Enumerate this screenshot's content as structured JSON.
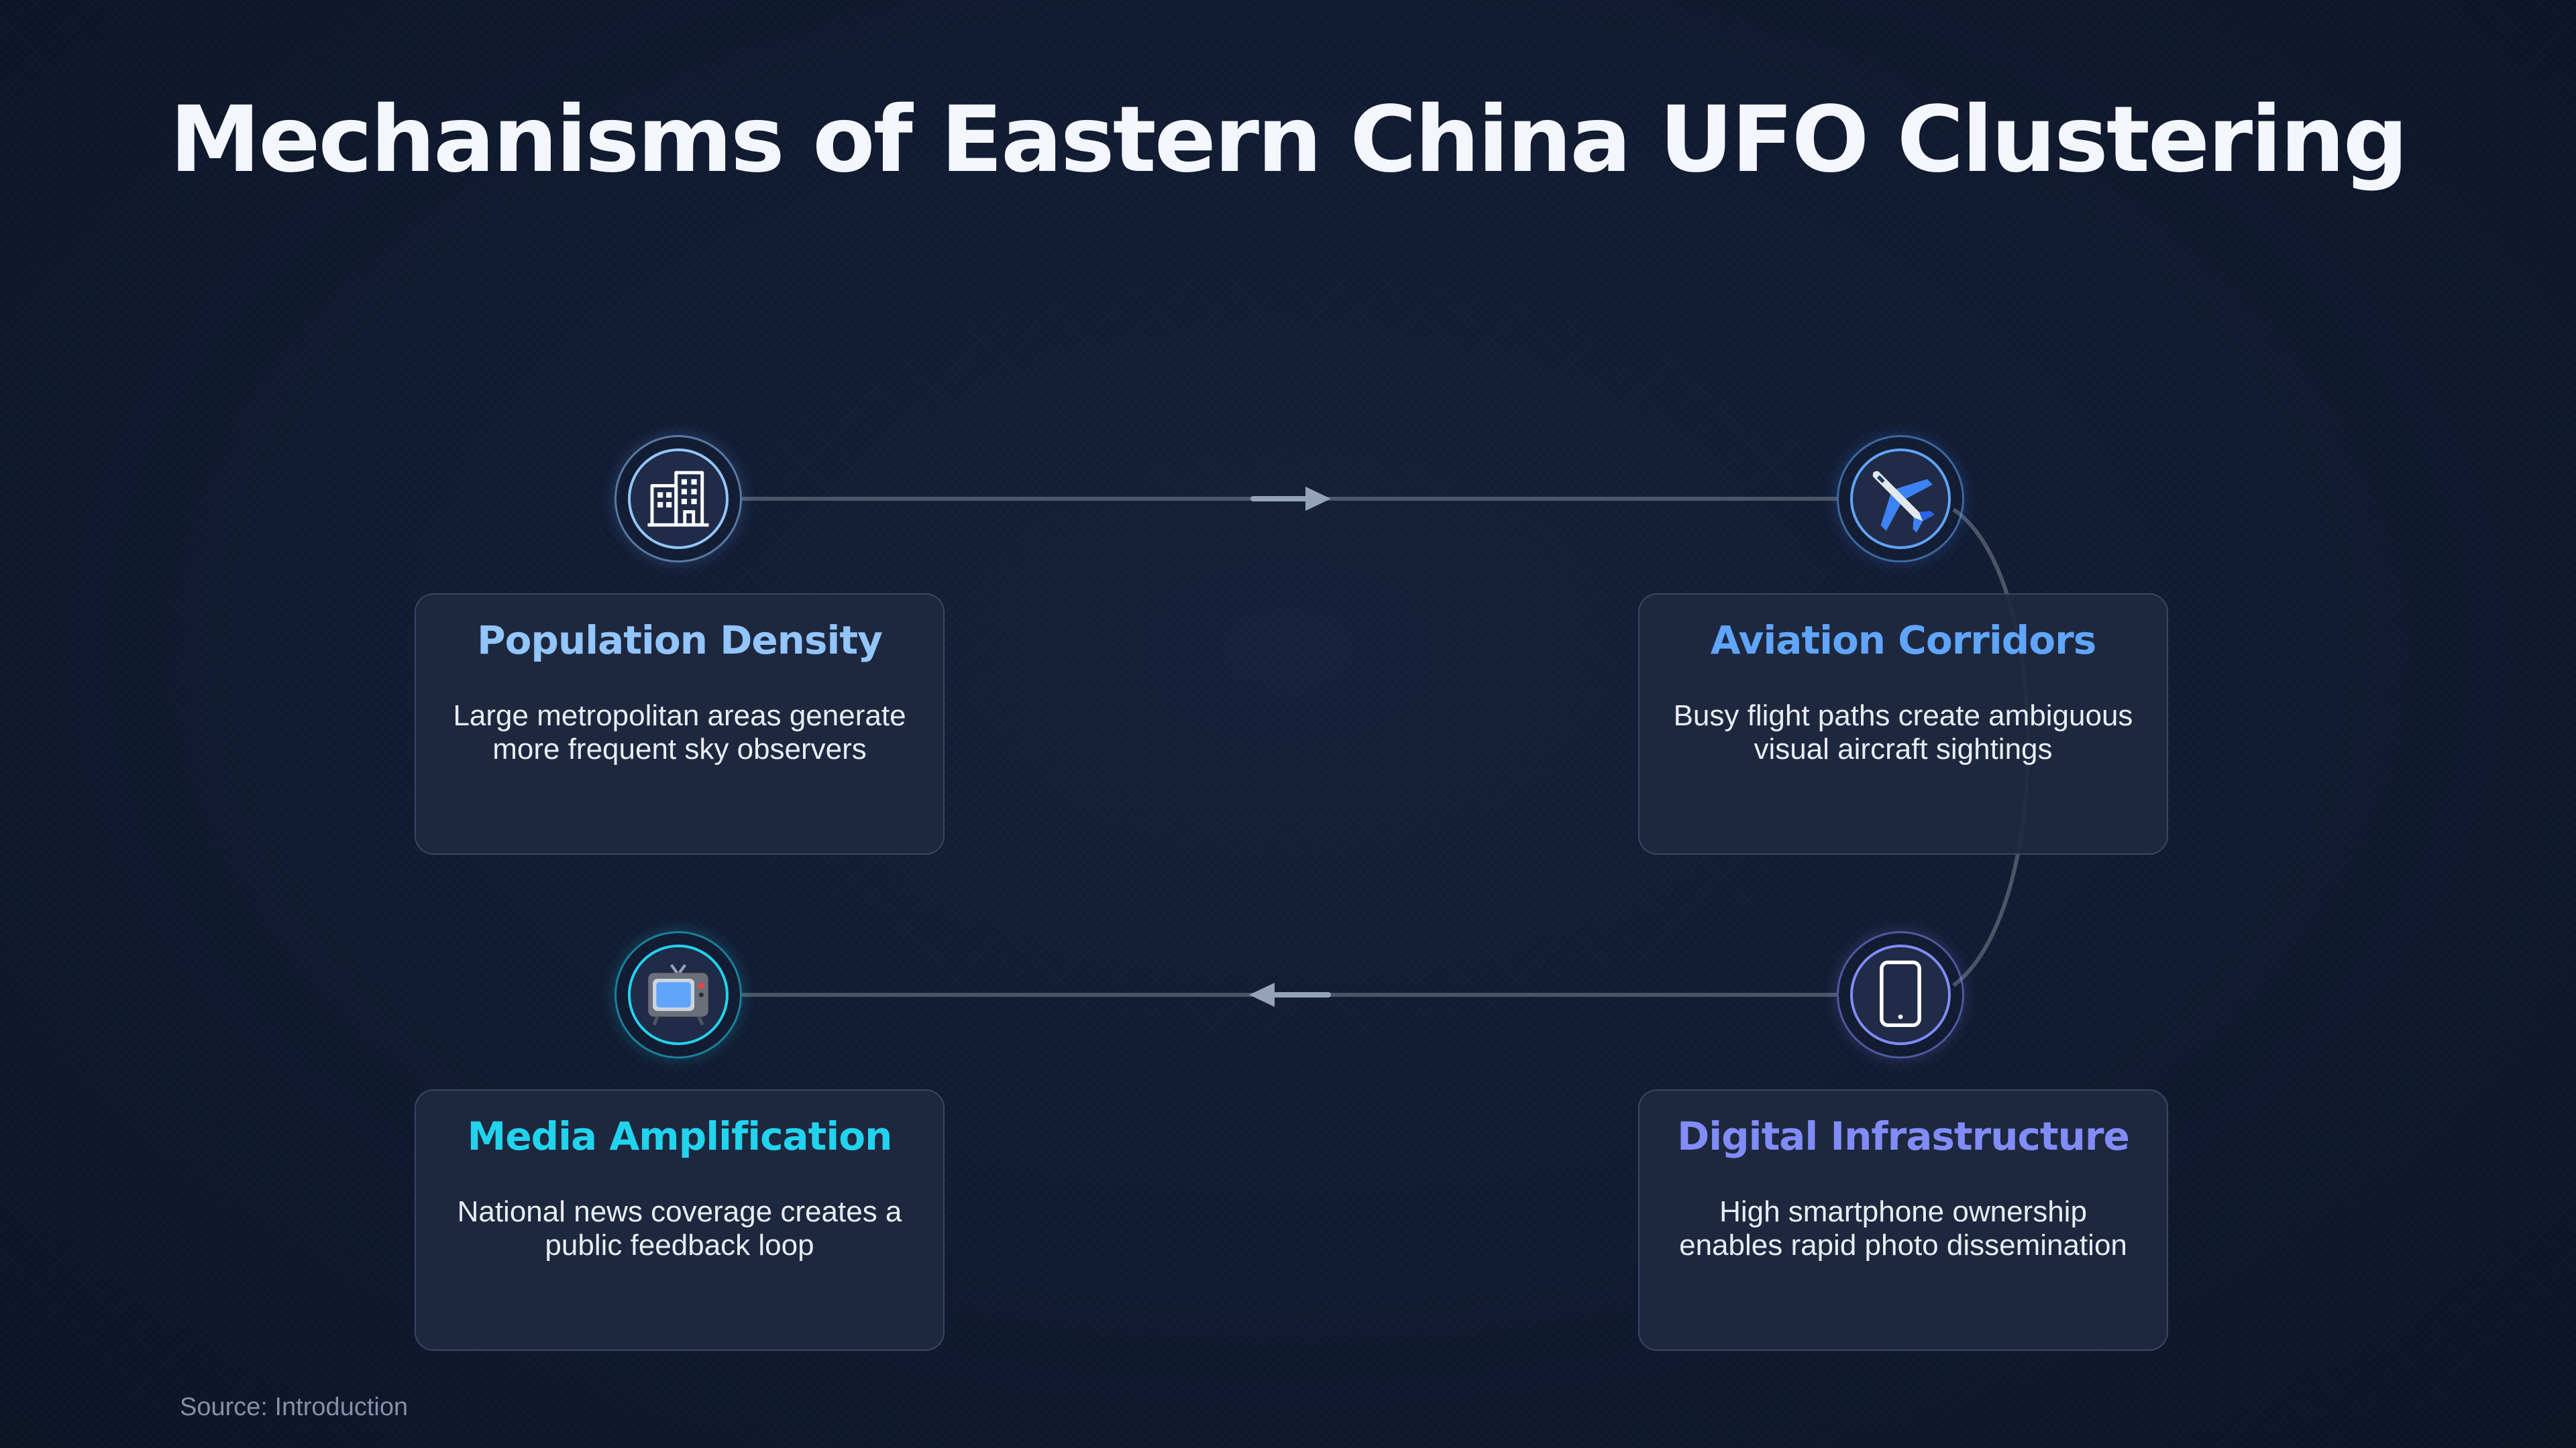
{
  "title": "Mechanisms of Eastern China UFO Clustering",
  "source": "Source: Introduction",
  "colors": {
    "background": "#111b31",
    "population": "#93c5fd",
    "aviation": "#60a5fa",
    "digital": "#818cf8",
    "media": "#22d3ee",
    "connector": "#4b5567",
    "arrow": "#94a3b8"
  },
  "steps": [
    {
      "icon": "office-building-icon",
      "title": "Population Density",
      "description": "Large metropolitan areas generate more frequent sky observers"
    },
    {
      "icon": "airplane-icon",
      "title": "Aviation Corridors",
      "description": "Busy flight paths create ambiguous visual aircraft sightings"
    },
    {
      "icon": "smartphone-icon",
      "title": "Digital Infrastructure",
      "description": "High smartphone ownership enables rapid photo dissemination"
    },
    {
      "icon": "television-icon",
      "title": "Media Amplification",
      "description": "National news coverage creates a public feedback loop"
    }
  ]
}
